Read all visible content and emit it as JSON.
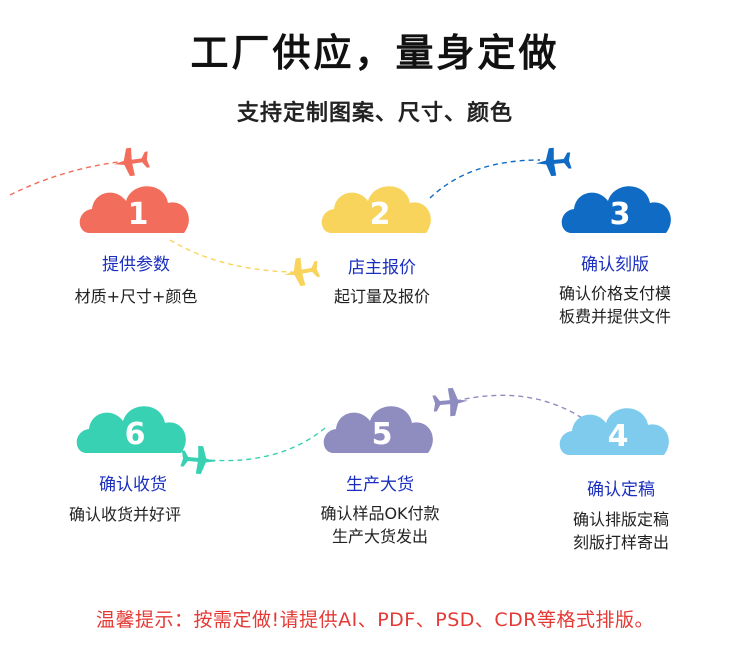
{
  "title": "工厂供应，量身定做",
  "subtitle": "支持定制图案、尺寸、颜色",
  "steps": [
    {
      "number": "1",
      "title": "提供参数",
      "desc_lines": [
        "材质+尺寸+颜色"
      ],
      "color": "#f26d5b"
    },
    {
      "number": "2",
      "title": "店主报价",
      "desc_lines": [
        "起订量及报价"
      ],
      "color": "#f9d45c"
    },
    {
      "number": "3",
      "title": "确认刻版",
      "desc_lines": [
        "确认价格支付模",
        "板费并提供文件"
      ],
      "color": "#0f6bc4"
    },
    {
      "number": "4",
      "title": "确认定稿",
      "desc_lines": [
        "确认排版定稿",
        "刻版打样寄出"
      ],
      "color": "#7ecbee"
    },
    {
      "number": "5",
      "title": "生产大货",
      "desc_lines": [
        "确认样品OK付款",
        "生产大货发出"
      ],
      "color": "#8f8dc0"
    },
    {
      "number": "6",
      "title": "确认收货",
      "desc_lines": [
        "确认收货并好评"
      ],
      "color": "#38d1b4"
    }
  ],
  "note": "温馨提示：按需定做!请提供AI、PDF、PSD、CDR等格式排版。",
  "colors": {
    "title": "#111111",
    "step_title": "#1a2fbf",
    "note": "#e53935"
  },
  "icons": [
    "cloud-icon",
    "airplane-icon"
  ]
}
